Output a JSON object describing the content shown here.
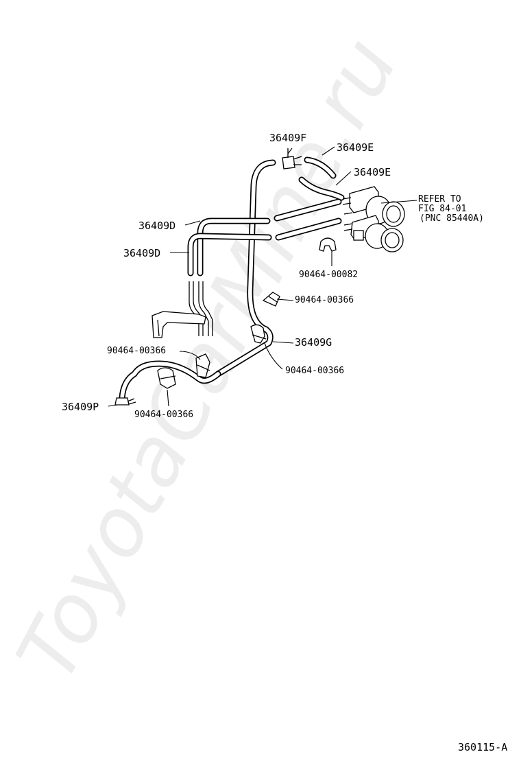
{
  "labels": {
    "p36409F": "36409F",
    "p36409E_1": "36409E",
    "p36409E_2": "36409E",
    "p36409D_1": "36409D",
    "p36409D_2": "36409D",
    "p36409G": "36409G",
    "p36409P": "36409P",
    "c00082": "90464-00082",
    "c00366_1": "90464-00366",
    "c00366_2": "90464-00366",
    "c00366_3": "90464-00366",
    "c00366_4": "90464-00366",
    "refer_line1": "REFER TO",
    "refer_line2": "FIG 84-01",
    "refer_line3": "(PNC 85440A)",
    "figure_number": "360115-A",
    "watermark": "ToyotaCarMine.ru"
  },
  "colors": {
    "line": "#000000",
    "background": "#ffffff"
  }
}
